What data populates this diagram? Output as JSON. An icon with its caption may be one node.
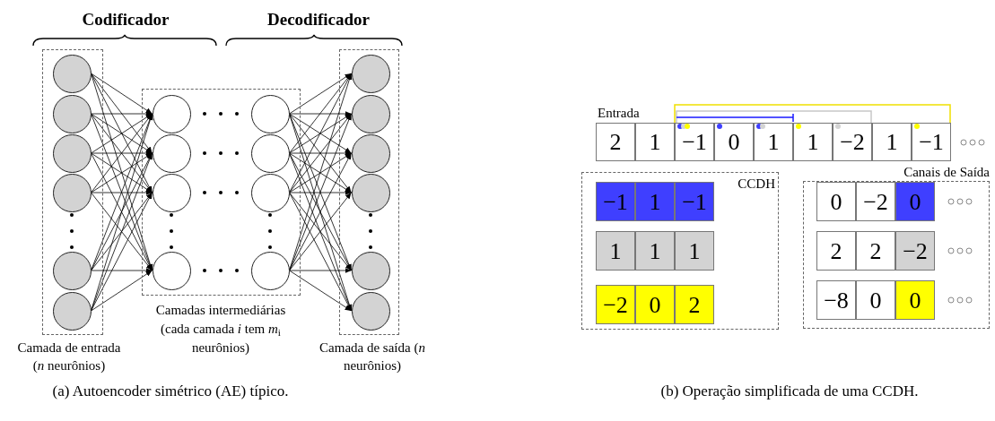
{
  "diagram": {
    "nodes": [
      {
        "text": [
          "Camada de entrada (*n* neurônios)"
        ]
      },
      {
        "text": [],
        "shape": "circle",
        "in": 0
      },
      {
        "text": [],
        "shape": "circle",
        "in": 0
      },
      {
        "text": [],
        "shape": "circle",
        "in": 0
      },
      {
        "text": [],
        "shape": "circle",
        "in": 0
      },
      {
        "text": [],
        "shape": "circle",
        "in": 0
      },
      {
        "text": [],
        "shape": "circle",
        "in": 0
      },
      {
        "text": [
          "Camadas intermediárias (cada camada *i* tem *m*$_{i}$ neurônios)"
        ]
      },
      {
        "text": [],
        "shape": "circle",
        "in": 7
      },
      {
        "text": [],
        "shape": "circle",
        "in": 7
      },
      {
        "text": [],
        "shape": "circle",
        "in": 7
      },
      {
        "text": [],
        "shape": "circle",
        "in": 7
      },
      {
        "text": [],
        "shape": "circle",
        "in": 7
      },
      {
        "text": [],
        "shape": "circle",
        "in": 7
      },
      {
        "text": [],
        "shape": "circle",
        "in": 7
      },
      {
        "text": [],
        "shape": "circle",
        "in": 7
      },
      {
        "text": [
          "Camada de saída (*n* neurônios)"
        ]
      },
      {
        "text": [],
        "shape": "circle",
        "in": 16
      },
      {
        "text": [],
        "shape": "circle",
        "in": 16
      },
      {
        "text": [],
        "shape": "circle",
        "in": 16
      },
      {
        "text": [],
        "shape": "circle",
        "in": 16
      },
      {
        "text": [],
        "shape": "circle",
        "in": 16
      },
      {
        "text": [],
        "shape": "circle",
        "in": 16
      },
      {
        "text": [
          "CCDH"
        ]
      },
      {
        "text": [
          "Canais de Saída"
        ]
      }
    ],
    "edges": [
      {
        "from": 1,
        "to": 8,
        "arrow": "to"
      },
      {
        "from": 1,
        "to": 9,
        "arrow": "to"
      },
      {
        "from": 1,
        "to": 10,
        "arrow": "to"
      },
      {
        "from": 1,
        "to": 11,
        "arrow": "to"
      },
      {
        "from": 2,
        "to": 8,
        "arrow": "to"
      },
      {
        "from": 2,
        "to": 9,
        "arrow": "to"
      },
      {
        "from": 2,
        "to": 10,
        "arrow": "to"
      },
      {
        "from": 2,
        "to": 11,
        "arrow": "to"
      },
      {
        "from": 3,
        "to": 8,
        "arrow": "to"
      },
      {
        "from": 3,
        "to": 9,
        "arrow": "to"
      },
      {
        "from": 3,
        "to": 10,
        "arrow": "to"
      },
      {
        "from": 3,
        "to": 11,
        "arrow": "to"
      },
      {
        "from": 4,
        "to": 8,
        "arrow": "to"
      },
      {
        "from": 4,
        "to": 9,
        "arrow": "to"
      },
      {
        "from": 4,
        "to": 10,
        "arrow": "to"
      },
      {
        "from": 4,
        "to": 11,
        "arrow": "to"
      },
      {
        "from": 5,
        "to": 8,
        "arrow": "to"
      },
      {
        "from": 5,
        "to": 9,
        "arrow": "to"
      },
      {
        "from": 5,
        "to": 10,
        "arrow": "to"
      },
      {
        "from": 5,
        "to": 11,
        "arrow": "to"
      },
      {
        "from": 6,
        "to": 8,
        "arrow": "to"
      },
      {
        "from": 6,
        "to": 9,
        "arrow": "to"
      },
      {
        "from": 6,
        "to": 10,
        "arrow": "to"
      },
      {
        "from": 6,
        "to": 11,
        "arrow": "to"
      },
      {
        "from": 12,
        "to": 17,
        "arrow": "to"
      },
      {
        "from": 12,
        "to": 18,
        "arrow": "to"
      },
      {
        "from": 12,
        "to": 19,
        "arrow": "to"
      },
      {
        "from": 12,
        "to": 20,
        "arrow": "to"
      },
      {
        "from": 12,
        "to": 21,
        "arrow": "to"
      },
      {
        "from": 12,
        "to": 22,
        "arrow": "to"
      },
      {
        "from": 13,
        "to": 17,
        "arrow": "to"
      },
      {
        "from": 13,
        "to": 18,
        "arrow": "to"
      },
      {
        "from": 13,
        "to": 19,
        "arrow": "to"
      },
      {
        "from": 13,
        "to": 20,
        "arrow": "to"
      },
      {
        "from": 13,
        "to": 21,
        "arrow": "to"
      },
      {
        "from": 13,
        "to": 22,
        "arrow": "to"
      },
      {
        "from": 14,
        "to": 17,
        "arrow": "to"
      },
      {
        "from": 14,
        "to": 18,
        "arrow": "to"
      },
      {
        "from": 14,
        "to": 19,
        "arrow": "to"
      },
      {
        "from": 14,
        "to": 20,
        "arrow": "to"
      },
      {
        "from": 14,
        "to": 21,
        "arrow": "to"
      },
      {
        "from": 14,
        "to": 22,
        "arrow": "to"
      },
      {
        "from": 15,
        "to": 17,
        "arrow": "to"
      },
      {
        "from": 15,
        "to": 18,
        "arrow": "to"
      },
      {
        "from": 15,
        "to": 19,
        "arrow": "to"
      },
      {
        "from": 15,
        "to": 20,
        "arrow": "to"
      },
      {
        "from": 15,
        "to": 21,
        "arrow": "to"
      },
      {
        "from": 15,
        "to": 22,
        "arrow": "to"
      }
    ],
    "labels": [
      "Codificador",
      "Decodificador",
      "Entrada",
      "2",
      "1",
      "−1",
      "0",
      "1",
      "1",
      "−2",
      "1",
      "−1",
      "−1",
      "1",
      "−1",
      "1",
      "1",
      "1",
      "−2",
      "0",
      "2",
      "0",
      "−2",
      "0",
      "2",
      "2",
      "−2",
      "−8",
      "0",
      "0",
      "(a) Autoencoder simétrico (AE) típico.",
      "(b) Operação simplificada de uma CCDH."
    ]
  }
}
